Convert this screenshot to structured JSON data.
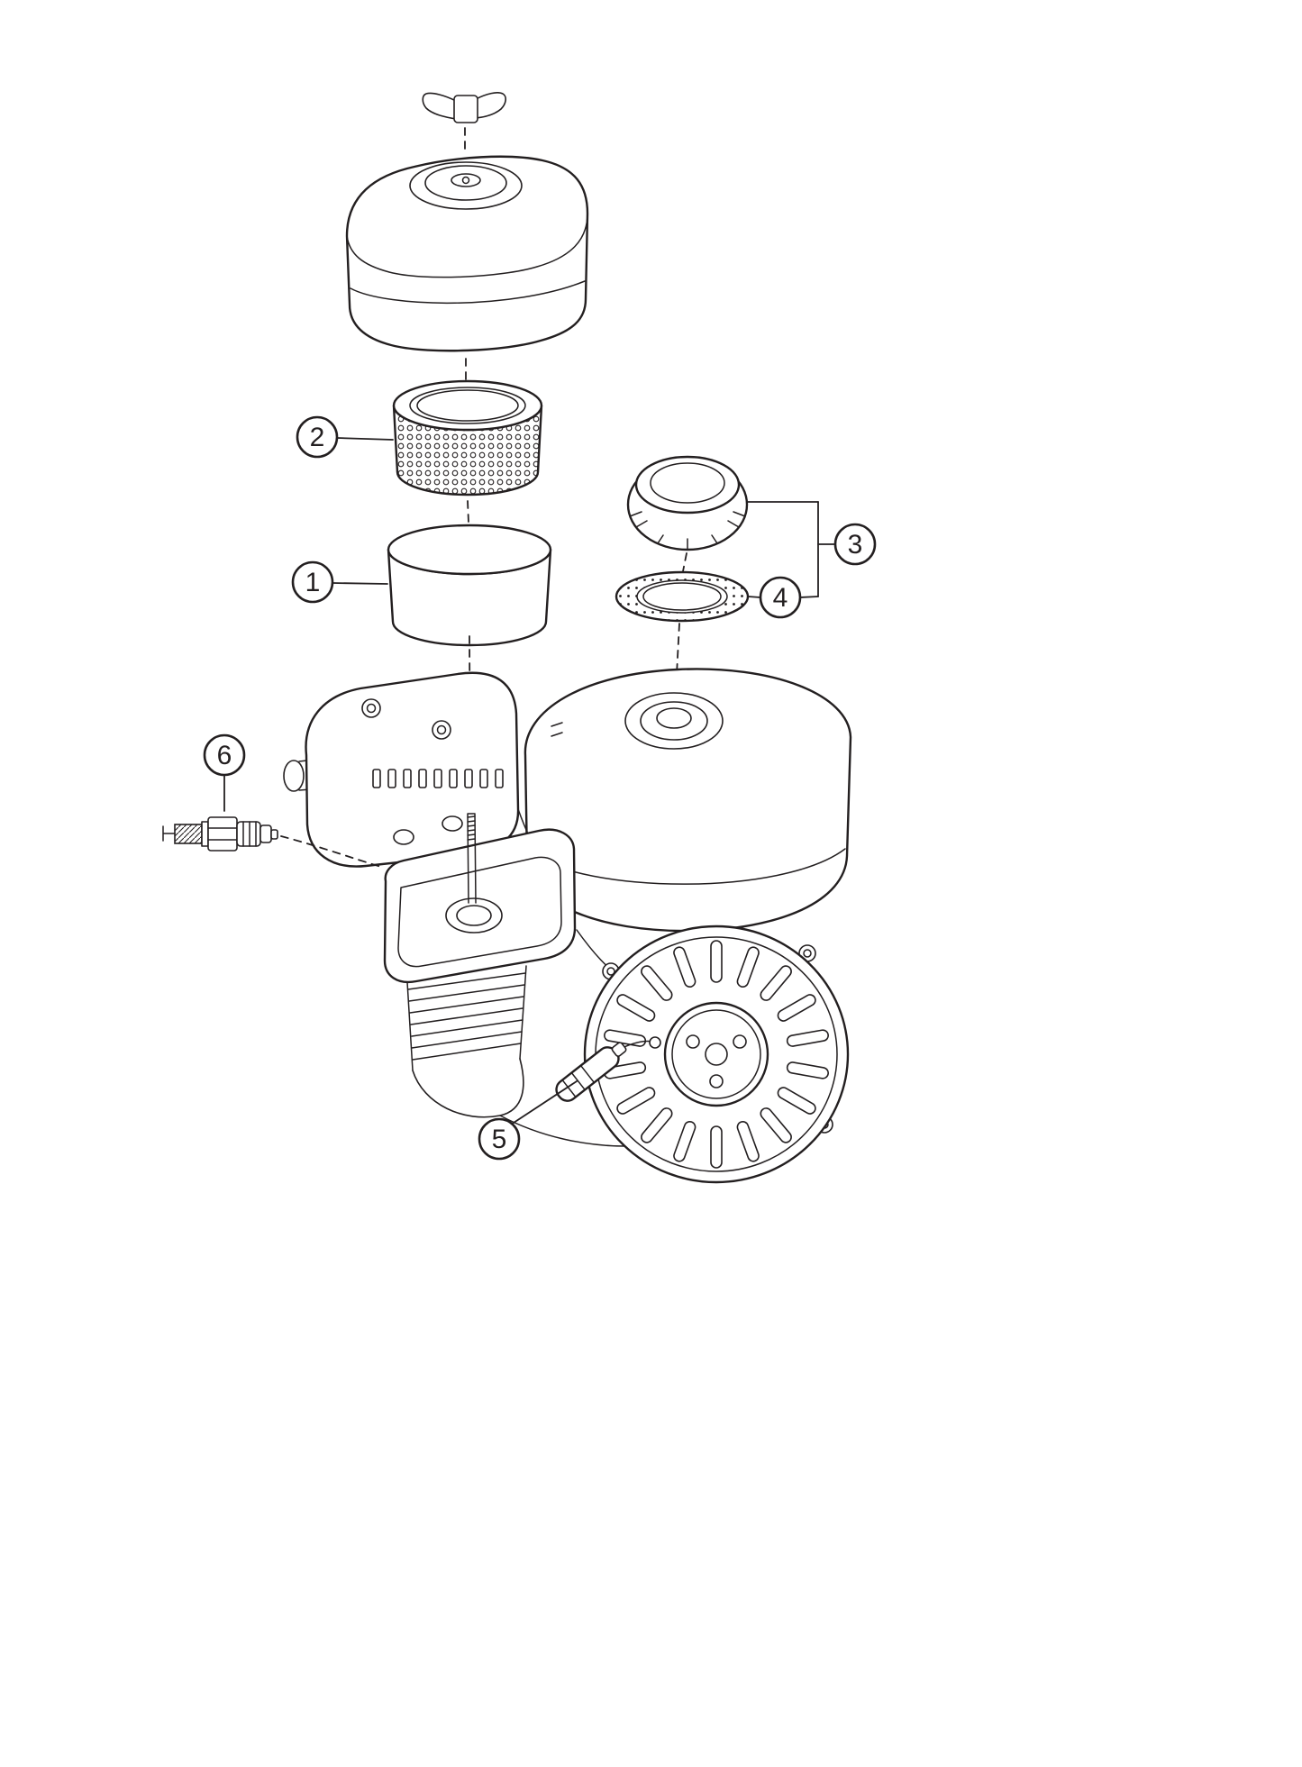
{
  "diagram": {
    "type": "exploded-parts-diagram",
    "background_color": "#ffffff",
    "line_color": "#231f20",
    "callouts": [
      {
        "id": "callout-1",
        "label": "1"
      },
      {
        "id": "callout-2",
        "label": "2"
      },
      {
        "id": "callout-3",
        "label": "3"
      },
      {
        "id": "callout-4",
        "label": "4"
      },
      {
        "id": "callout-5",
        "label": "5"
      },
      {
        "id": "callout-6",
        "label": "6"
      }
    ]
  }
}
